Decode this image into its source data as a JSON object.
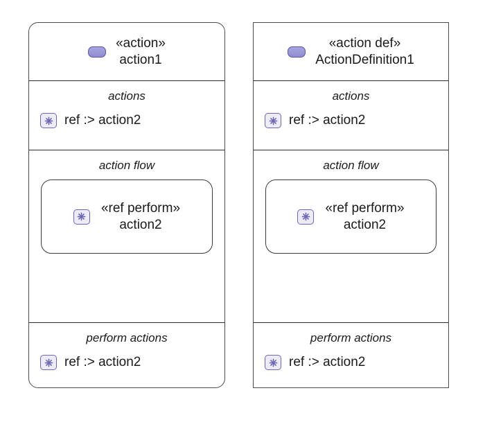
{
  "diagram": {
    "title": "",
    "colors": {
      "panel_border": "#4a4a4a",
      "divider": "#2b2b2b",
      "pill_icon_fill": "#9a97d6",
      "pill_icon_border": "#5b53a3",
      "ref_icon_fill": "#ecebf6",
      "ref_icon_border": "#6d66b0",
      "glyph": "#6d66b0",
      "text": "#1a1a1a",
      "background": "#ffffff"
    },
    "panels": [
      {
        "id": "action-usage",
        "shape": "rounded",
        "header": {
          "icon": "action-pill-icon",
          "stereotype": "«action»",
          "name": "action1"
        },
        "compartments": [
          {
            "id": "actions",
            "title": "actions",
            "features": [
              {
                "icon": "ref-asterisk-icon",
                "text": "ref :> action2"
              }
            ]
          },
          {
            "id": "action-flow",
            "title": "action flow",
            "nested_box": {
              "icon": "ref-asterisk-icon",
              "stereotype": "«ref perform»",
              "name": "action2"
            }
          },
          {
            "id": "perform-actions",
            "title": "perform actions",
            "features": [
              {
                "icon": "ref-asterisk-icon",
                "text": "ref :> action2"
              }
            ]
          }
        ]
      },
      {
        "id": "action-definition",
        "shape": "square",
        "header": {
          "icon": "action-pill-icon",
          "stereotype": "«action def»",
          "name": "ActionDefinition1"
        },
        "compartments": [
          {
            "id": "actions",
            "title": "actions",
            "features": [
              {
                "icon": "ref-asterisk-icon",
                "text": "ref :> action2"
              }
            ]
          },
          {
            "id": "action-flow",
            "title": "action flow",
            "nested_box": {
              "icon": "ref-asterisk-icon",
              "stereotype": "«ref perform»",
              "name": "action2"
            }
          },
          {
            "id": "perform-actions",
            "title": "perform actions",
            "features": [
              {
                "icon": "ref-asterisk-icon",
                "text": "ref :> action2"
              }
            ]
          }
        ]
      }
    ]
  }
}
